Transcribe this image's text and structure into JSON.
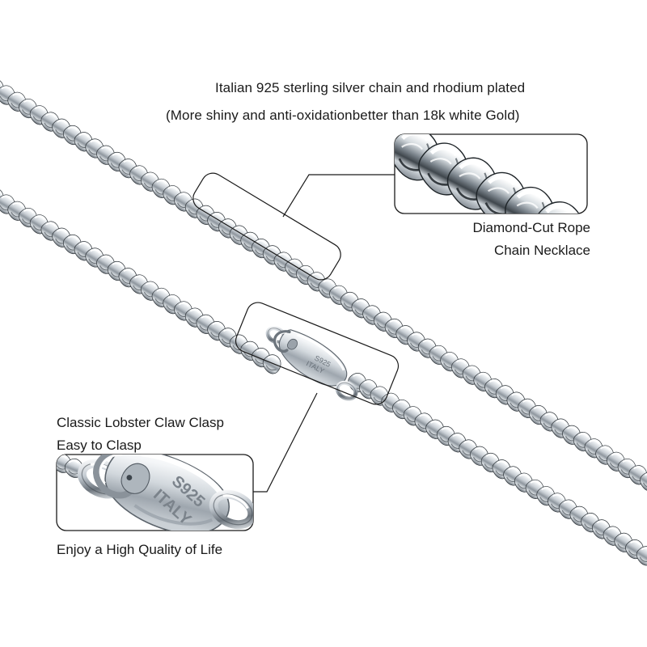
{
  "page": {
    "background_color": "#ffffff",
    "text_color": "#1a1a1a",
    "product": "Diamond-Cut Rope Chain Necklace, Italian 925 sterling silver, rhodium plated"
  },
  "header": {
    "line1": "Italian 925 sterling silver chain and rhodium plated",
    "line2": "(More shiny and anti-oxidationbetter than 18k white Gold)"
  },
  "callouts": {
    "rope": {
      "label_line1": "Diamond-Cut Rope",
      "label_line2": "Chain Necklace",
      "inset_name": "rope-chain-closeup"
    },
    "clasp": {
      "label_line1": "Classic Lobster Claw Clasp",
      "label_line2": "Easy to Clasp",
      "inset_name": "lobster-clasp-closeup",
      "stamp_line1": "S925",
      "stamp_line2": "ITALY"
    }
  },
  "footer": {
    "tagline": "Enjoy a High Quality of Life"
  },
  "colors": {
    "outline": "#1a1a1a",
    "metal_light": "#fbfcfd",
    "metal_mid": "#c6ccd2",
    "metal_dark": "#5d656d",
    "metal_shadow": "#2b3035"
  }
}
